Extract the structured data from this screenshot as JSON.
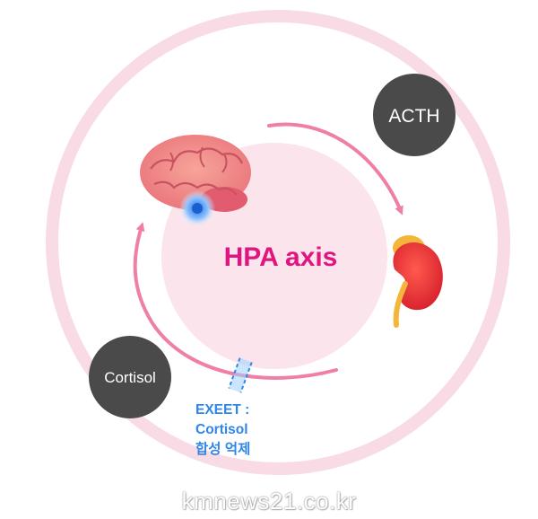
{
  "center": {
    "label": "HPA axis"
  },
  "nodes": {
    "acth": "ACTH",
    "cortisol": "Cortisol"
  },
  "note": {
    "line1": "EXEET :",
    "line2": "Cortisol",
    "line3": "합성 억제"
  },
  "watermark": "kmnews21.co.kr",
  "colors": {
    "accent_text": "#e0157f",
    "ring": "#f8dbe4",
    "core": "#fbe4ec",
    "arrow": "#f07fa7",
    "node_fill": "#4a4a4a",
    "note_text": "#2f86e6"
  },
  "icons": [
    "brain-icon",
    "kidney-adrenal-icon",
    "gut-patch-icon"
  ]
}
